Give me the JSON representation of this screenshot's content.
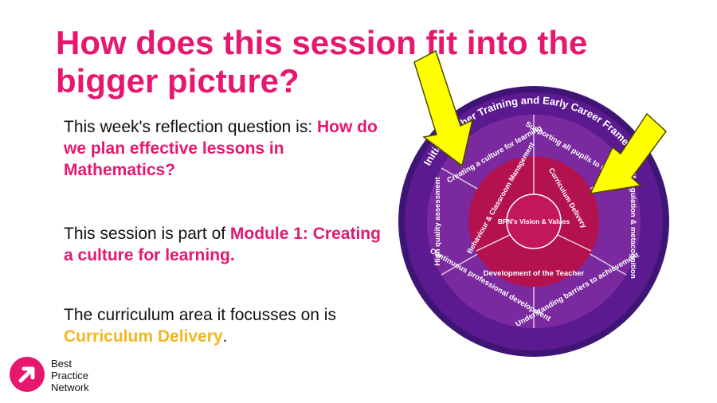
{
  "slide": {
    "title": "How does this session fit into the bigger picture?",
    "paragraphs": {
      "reflection_prefix": "This week's reflection question is: ",
      "reflection_question": "How do we plan effective lessons in Mathematics?",
      "module_prefix": "This session is part of ",
      "module_name": "Module 1: Creating a culture for learning.",
      "area_prefix": "The curriculum area it focusses on is ",
      "area_name": "Curriculum Delivery",
      "area_suffix": "."
    }
  },
  "logo": {
    "line1": "Best",
    "line2": "Practice",
    "line3": "Network"
  },
  "wheel": {
    "outer_ring": "Initial Teacher Training and Early Career Framework",
    "middle_segments": [
      "Creating a culture for learning",
      "Supporting all pupils to think hard",
      "Self-regulation & metacognition",
      "Understanding barriers to achievement",
      "Continuous professional development",
      "High quality assessment"
    ],
    "inner_segments": {
      "behaviour": "Behaviour & Classroom Management",
      "curriculum": "Curriculum Delivery",
      "development": "Development of the Teacher"
    },
    "center": "BPN's Vision & Values"
  },
  "colors": {
    "accent_pink": "#E6176F",
    "accent_yellow": "#F2B620",
    "wheel_purple": "#5B1A8F",
    "wheel_magenta": "#B3124F",
    "arrow_yellow": "#FFFF00"
  }
}
